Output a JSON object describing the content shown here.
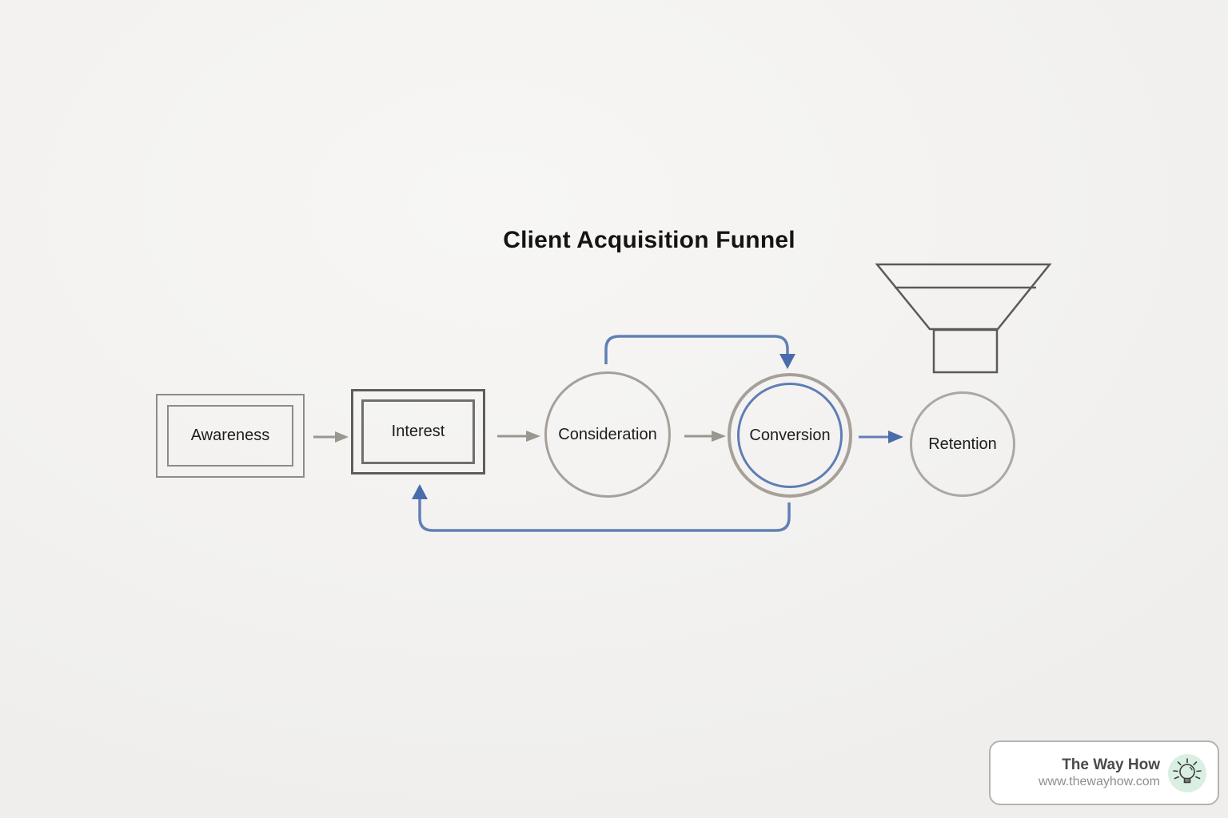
{
  "title": "Client Acquisition Funnel",
  "nodes": {
    "awareness": {
      "label": "Awareness",
      "shape": "double-rectangle"
    },
    "interest": {
      "label": "Interest",
      "shape": "double-rectangle"
    },
    "consideration": {
      "label": "Consideration",
      "shape": "circle"
    },
    "conversion": {
      "label": "Conversion",
      "shape": "double-circle-accent"
    },
    "retention": {
      "label": "Retention",
      "shape": "circle"
    }
  },
  "edges": [
    {
      "from": "Awareness",
      "to": "Interest",
      "type": "straight",
      "color": "gray"
    },
    {
      "from": "Interest",
      "to": "Consideration",
      "type": "straight",
      "color": "gray"
    },
    {
      "from": "Consideration",
      "to": "Conversion",
      "type": "straight",
      "color": "gray"
    },
    {
      "from": "Conversion",
      "to": "Retention",
      "type": "straight",
      "color": "blue"
    },
    {
      "from": "Consideration",
      "to": "Conversion",
      "type": "curve-over-top",
      "color": "blue"
    },
    {
      "from": "Conversion",
      "to": "Interest",
      "type": "curve-under-bottom",
      "color": "blue"
    }
  ],
  "decorations": {
    "funnel_icon": "funnel-icon"
  },
  "watermark": {
    "brand": "The Way How",
    "url": "www.thewayhow.com",
    "icon": "lightbulb-icon"
  },
  "colors": {
    "background": "#f3f2f0",
    "accent_blue_stroke": "#6080b4",
    "accent_blue_head": "#4a6cac",
    "arrow_gray": "#9a9690",
    "circle_gray": "#a6a099",
    "box_border_dark": "#5f5d5b",
    "box_border_light": "#8d8b88",
    "funnel_stroke": "#5c5a58",
    "text": "#1d1d1f",
    "watermark_icon_bg": "#d9efe2"
  }
}
